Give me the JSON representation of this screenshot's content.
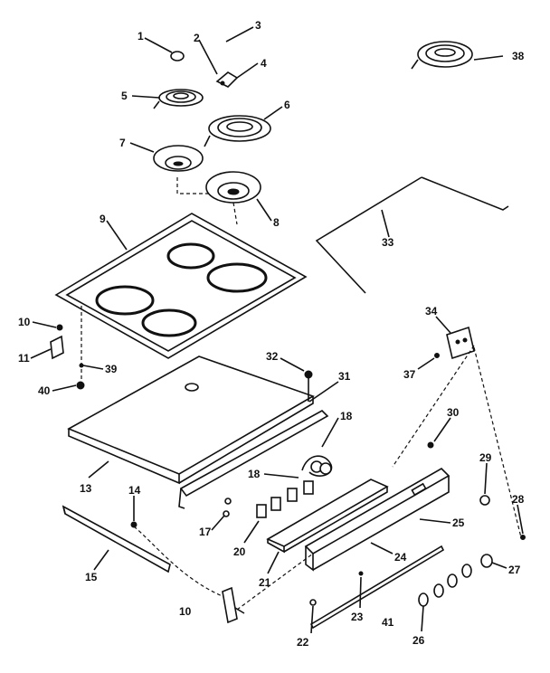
{
  "callouts": [
    {
      "id": "c1",
      "text": "1"
    },
    {
      "id": "c2",
      "text": "2"
    },
    {
      "id": "c3",
      "text": "3"
    },
    {
      "id": "c4",
      "text": "4"
    },
    {
      "id": "c5",
      "text": "5"
    },
    {
      "id": "c6",
      "text": "6"
    },
    {
      "id": "c7",
      "text": "7"
    },
    {
      "id": "c8",
      "text": "8"
    },
    {
      "id": "c9",
      "text": "9"
    },
    {
      "id": "c10a",
      "text": "10"
    },
    {
      "id": "c10b",
      "text": "10"
    },
    {
      "id": "c11",
      "text": "11"
    },
    {
      "id": "c13",
      "text": "13"
    },
    {
      "id": "c14",
      "text": "14"
    },
    {
      "id": "c15",
      "text": "15"
    },
    {
      "id": "c17",
      "text": "17"
    },
    {
      "id": "c18a",
      "text": "18"
    },
    {
      "id": "c18b",
      "text": "18"
    },
    {
      "id": "c20",
      "text": "20"
    },
    {
      "id": "c21",
      "text": "21"
    },
    {
      "id": "c22",
      "text": "22"
    },
    {
      "id": "c23",
      "text": "23"
    },
    {
      "id": "c24",
      "text": "24"
    },
    {
      "id": "c25",
      "text": "25"
    },
    {
      "id": "c26",
      "text": "26"
    },
    {
      "id": "c27",
      "text": "27"
    },
    {
      "id": "c28",
      "text": "28"
    },
    {
      "id": "c29",
      "text": "29"
    },
    {
      "id": "c30",
      "text": "30"
    },
    {
      "id": "c31",
      "text": "31"
    },
    {
      "id": "c32",
      "text": "32"
    },
    {
      "id": "c33",
      "text": "33"
    },
    {
      "id": "c34",
      "text": "34"
    },
    {
      "id": "c37",
      "text": "37"
    },
    {
      "id": "c38",
      "text": "38"
    },
    {
      "id": "c39",
      "text": "39"
    },
    {
      "id": "c40",
      "text": "40"
    },
    {
      "id": "c41",
      "text": "41"
    }
  ]
}
